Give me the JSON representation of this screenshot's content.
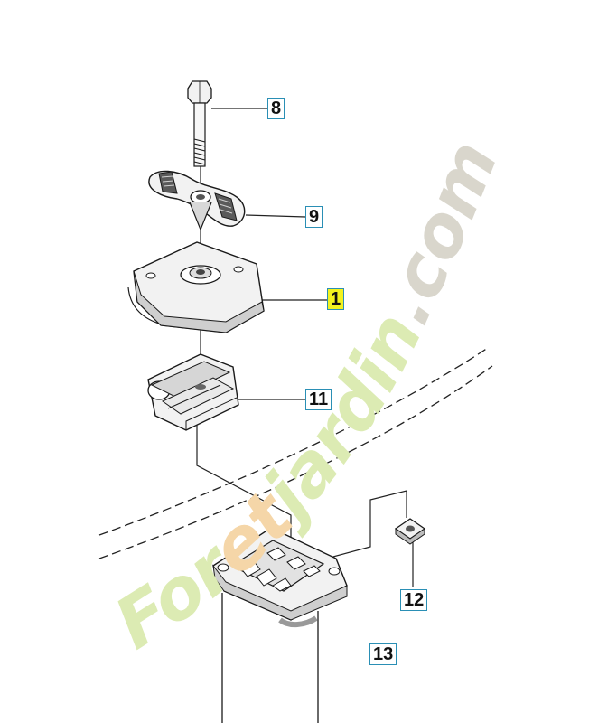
{
  "callouts": [
    {
      "id": "8",
      "label": "8",
      "highlight": false
    },
    {
      "id": "9",
      "label": "9",
      "highlight": false
    },
    {
      "id": "1",
      "label": "1",
      "highlight": true
    },
    {
      "id": "11",
      "label": "11",
      "highlight": false
    },
    {
      "id": "12",
      "label": "12",
      "highlight": false
    },
    {
      "id": "13",
      "label": "13",
      "highlight": false
    }
  ],
  "watermark": {
    "parts": [
      {
        "text": "For",
        "color": "#dcebb3"
      },
      {
        "text": "et",
        "color": "#f5d6a8"
      },
      {
        "text": "jardin",
        "color": "#dcebb3"
      },
      {
        "text": ".com",
        "color": "#d9d6cc"
      }
    ]
  },
  "colors": {
    "outline": "#1a1a1a",
    "fill_light": "#f2f2f2",
    "fill_mid": "#cfcfcf",
    "fill_dark": "#8a8a8a",
    "callout_border": "#2a8fb5",
    "highlight": "#f2f21e"
  }
}
